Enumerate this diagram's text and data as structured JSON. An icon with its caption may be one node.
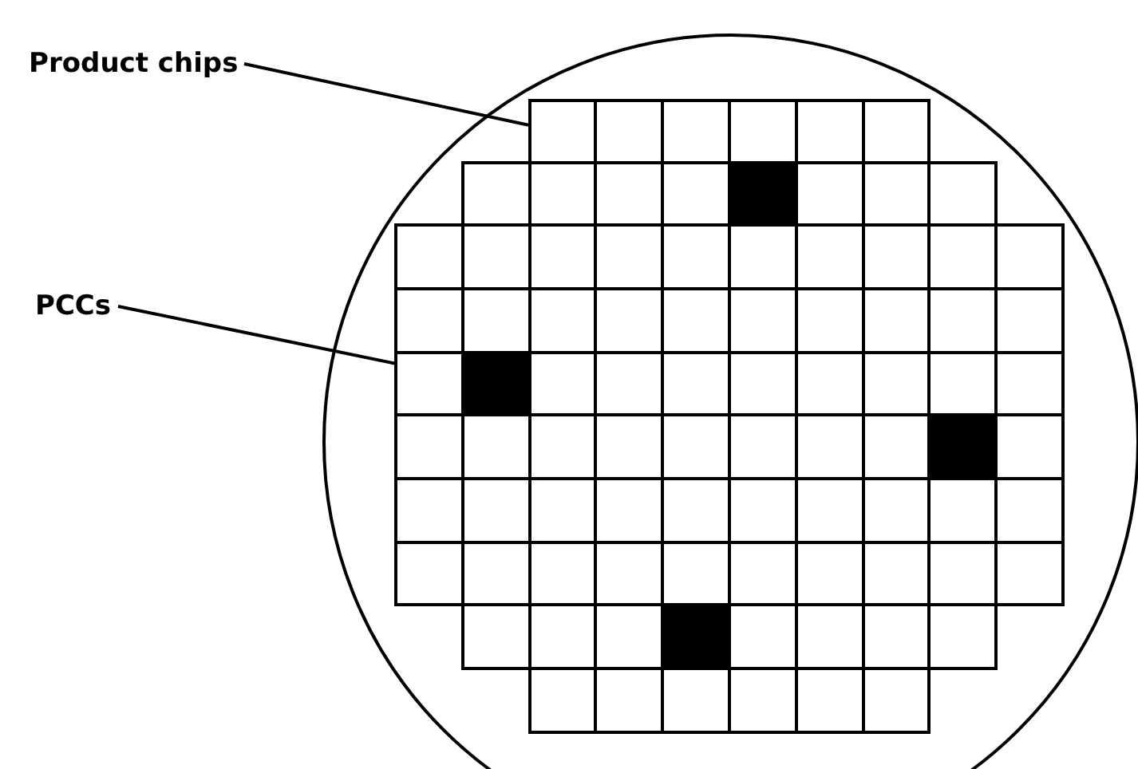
{
  "diagram": {
    "nodes": [
      {
        "text": [
          "Product chips"
        ]
      },
      {
        "text": [],
        "shape": "box"
      },
      {
        "text": [
          "PCCs"
        ]
      },
      {
        "text": [],
        "shape": "box"
      },
      {
        "text": [],
        "shape": "box"
      },
      {
        "text": [],
        "shape": "box"
      },
      {
        "text": [],
        "shape": "box"
      }
    ],
    "edges": [
      {
        "from": 0,
        "to": 1,
        "arrow": "none"
      },
      {
        "from": 2,
        "to": 3,
        "arrow": "none"
      }
    ]
  }
}
